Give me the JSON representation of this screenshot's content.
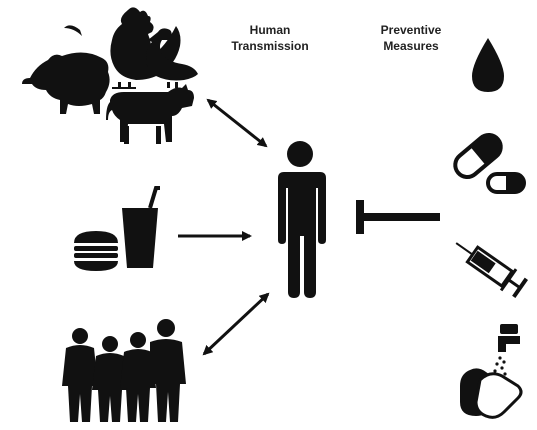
{
  "headings": {
    "human_transmission": [
      "Human",
      "Transmission"
    ],
    "preventive_measures": [
      "Preventive",
      "Measures"
    ]
  },
  "icons": {
    "sources": [
      "rooster-icon",
      "duck-icon",
      "pig-icon",
      "cow-icon",
      "burger-icon",
      "drink-cup-icon",
      "crowd-of-people-icon"
    ],
    "center": "person-icon",
    "measures": [
      "water-drop-icon",
      "capsule-pills-icon",
      "syringe-icon",
      "handwashing-faucet-icon"
    ]
  },
  "colors": {
    "icon": "#111111",
    "background": "#ffffff",
    "text": "#222222"
  }
}
